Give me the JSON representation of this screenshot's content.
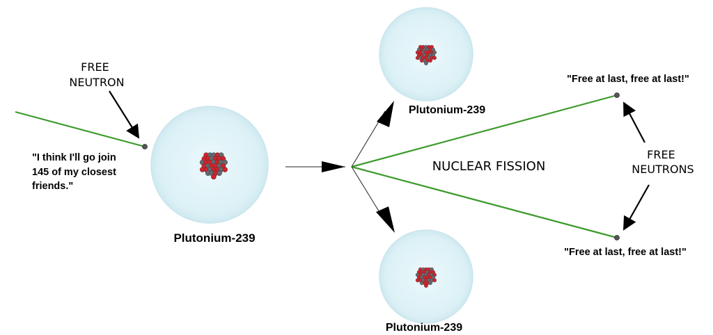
{
  "labels": {
    "free_neutron": [
      "FREE",
      "NEUTRON"
    ],
    "free_neutrons": [
      "FREE",
      "NEUTRONS"
    ],
    "nuclear_fission": "NUCLEAR FISSION",
    "quote_incoming": [
      "\"I think I'll go join",
      "145 of my closest",
      "friends.\""
    ],
    "quote_top": "\"Free at last, free at last!\"",
    "quote_bottom": "\"Free at last, free at last!\"",
    "atom_main": "Plutonium-239",
    "atom_top": "Plutonium-239",
    "atom_bottom": "Plutonium-239"
  },
  "colors": {
    "atom_fill": "#dff3f8",
    "atom_edge": "#c9e6ee",
    "neutron_path": "#3c9a2c",
    "proton": "#d2222b",
    "neutron_particle": "#666a6f",
    "free_neutron": "#555555",
    "arrow": "#000000"
  },
  "icons": {
    "nucleus": "nucleus-cluster-icon",
    "neutron": "neutron-dot-icon"
  }
}
